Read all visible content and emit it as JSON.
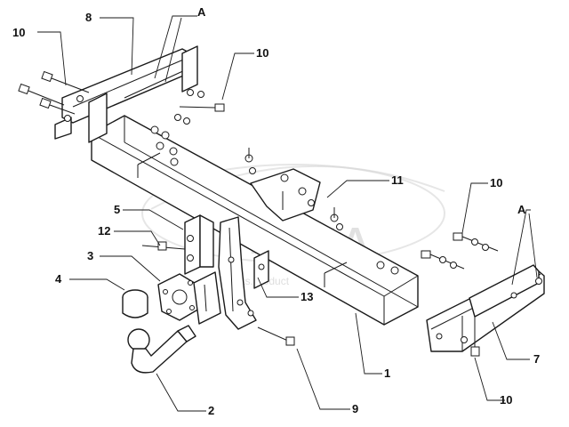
{
  "watermark": {
    "brand": "LAKA",
    "site": "parts.product"
  },
  "callouts": [
    {
      "id": "lbl-10-tl",
      "text": "10"
    },
    {
      "id": "lbl-8",
      "text": "8"
    },
    {
      "id": "lbl-A-top",
      "text": "A"
    },
    {
      "id": "lbl-10-top",
      "text": "10"
    },
    {
      "id": "lbl-11",
      "text": "11"
    },
    {
      "id": "lbl-10-right",
      "text": "10"
    },
    {
      "id": "lbl-A-right",
      "text": "A"
    },
    {
      "id": "lbl-5",
      "text": "5"
    },
    {
      "id": "lbl-12",
      "text": "12"
    },
    {
      "id": "lbl-3",
      "text": "3"
    },
    {
      "id": "lbl-4",
      "text": "4"
    },
    {
      "id": "lbl-13",
      "text": "13"
    },
    {
      "id": "lbl-1",
      "text": "1"
    },
    {
      "id": "lbl-7",
      "text": "7"
    },
    {
      "id": "lbl-10-br",
      "text": "10"
    },
    {
      "id": "lbl-2",
      "text": "2"
    },
    {
      "id": "lbl-9",
      "text": "9"
    }
  ],
  "colors": {
    "line": "#1a1a1a",
    "background": "#ffffff",
    "watermark": "#c9c9c9"
  }
}
